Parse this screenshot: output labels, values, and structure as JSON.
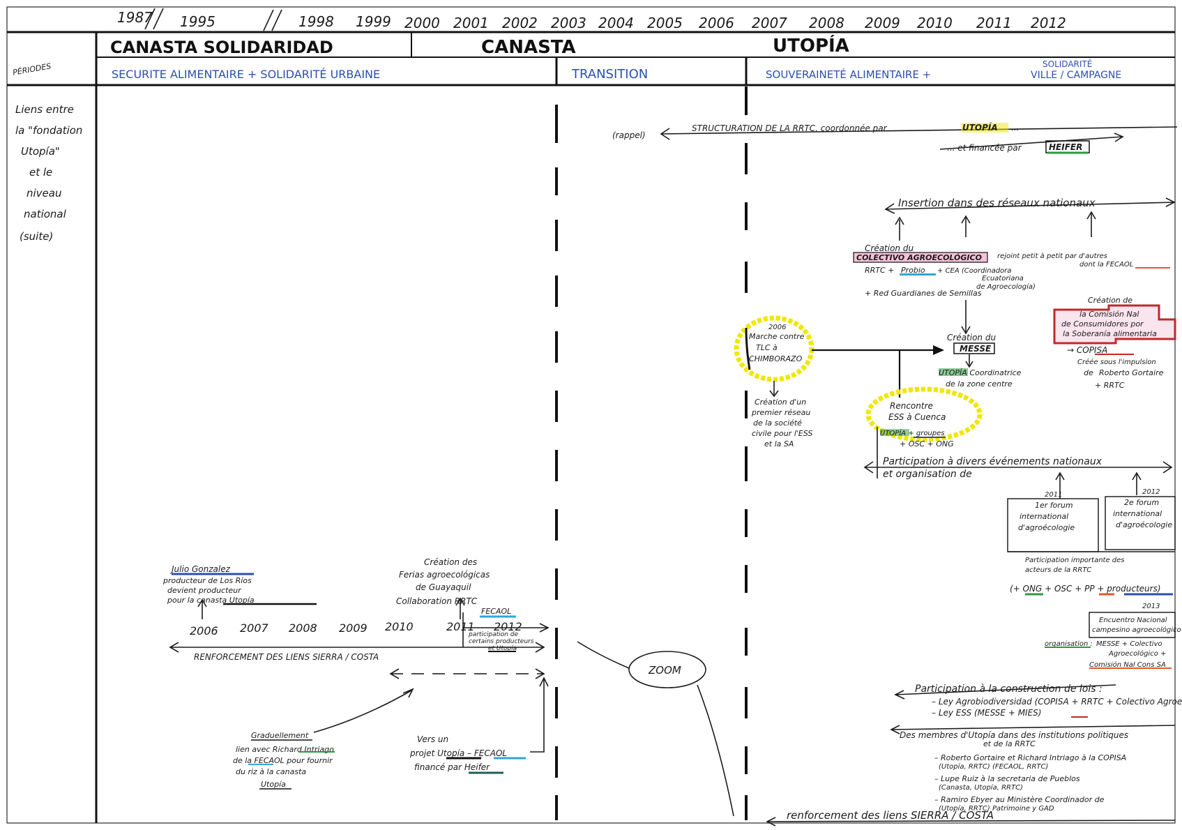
{
  "timeline": {
    "years": [
      "1987",
      "1995",
      "1998",
      "1999",
      "2000",
      "2001",
      "2002",
      "2003",
      "2004",
      "2005",
      "2006",
      "2007",
      "2008",
      "2009",
      "2010",
      "2011",
      "2012"
    ]
  },
  "periods": {
    "row_label": "PÉRIODES",
    "canasta_solidaridad": "CANASTA SOLIDARIDAD",
    "canasta": "CANASTA",
    "utopia": "UTOPÍA",
    "phase1": "SECURITE ALIMENTAIRE + SOLIDARITÉ URBAINE",
    "phase2": "TRANSITION",
    "phase3a": "SOUVERAINETÉ ALIMENTAIRE +",
    "phase3b_1": "SOLIDARITÉ",
    "phase3b_2": "VILLE / CAMPAGNE"
  },
  "side_label": [
    "Liens entre",
    "la \"fondation",
    "Utopía\"",
    "et le",
    "niveau",
    "national",
    "(suite)"
  ],
  "rrtc": {
    "rappel": "(rappel)",
    "line1": "STRUCTURATION DE LA RRTC, coordonnée par",
    "line1_tag": "UTOPÍA",
    "line1_end": "...",
    "line2": "... et financée par",
    "line2_tag": "HEIFER"
  },
  "insertion": {
    "text": "Insertion dans des réseaux nationaux",
    "creation": "Création du",
    "colectivo": "COLECTIVO AGROECOLÓGICO",
    "members": [
      "RRTC +",
      "Probio",
      "+ CEA (Coordinadora",
      "Ecuatoriana",
      "de Agroecología)"
    ],
    "red": "+ Red Guardianes de Semillas",
    "rejoint": [
      "rejoint petit à petit par d'autres",
      "dont la FECAOL"
    ]
  },
  "comision": {
    "creation": "Création de",
    "box": [
      "la Comisión Nal",
      "de Consumidores por",
      "la Soberanía alimentaria"
    ],
    "copisa": "→ COPISA",
    "cree": "Créée sous l'impulsion",
    "de": "de",
    "person": "Roberto Gortaire",
    "plus": "+ RRTC"
  },
  "marche": {
    "year": "2006",
    "lines": [
      "Marche contre",
      "TLC à",
      "CHIMBORAZO"
    ],
    "result": [
      "Création d'un",
      "premier réseau",
      "de la société",
      "civile pour l'ESS",
      "et la SA"
    ]
  },
  "messe": {
    "creation": "Création du",
    "box": "MESSE",
    "coord": "UTOPÍA Coordinatrice",
    "zone": "de la zone centre"
  },
  "rencontre": {
    "lines": [
      "Rencontre",
      "ESS à Cuenca"
    ],
    "members": "UTOPÍA + groupes",
    "members2": "+ OSC + ONG"
  },
  "evenements": {
    "line1": "Participation à divers événements nationaux",
    "line2": "et organisation de",
    "y2011": "2011",
    "f2011": [
      "1er forum",
      "international",
      "d'agroécologie"
    ],
    "y2012": "2012",
    "f2012": [
      "2e forum",
      "international",
      "d'agroécologie"
    ],
    "part": [
      "Participation importante des",
      "acteurs de la RRTC"
    ],
    "actors": "(+ ONG + OSC + PP + producteurs)"
  },
  "encuentro": {
    "year": "2013",
    "box": [
      "Encuentro Nacional",
      "campesino agroecológico"
    ],
    "org": "organisation :",
    "orgs": [
      "MESSE + Colectivo",
      "Agroecológico +",
      "Comisión Nal Cons SA"
    ]
  },
  "lois": {
    "title": "Participation à la construction de lois :",
    "ley1": "– Ley Agrobiodiversidad (COPISA + RRTC + Colectivo Agroeco)",
    "ley2": "– Ley ESS (MESSE + MIES)"
  },
  "membres": {
    "title": "Des membres d'Utopía dans des institutions politiques",
    "title2": "et de la RRTC",
    "m1": "– Roberto Gortaire et Richard Intriago à la COPISA",
    "m1b": "(Utopía, RRTC)      (FECAOL, RRTC)",
    "m2": "– Lupe Ruiz à la secretaria de Pueblos",
    "m2b": "(Canasta, Utopía, RRTC)",
    "m3": "– Ramiro Ebyer au Ministère Coordinador de",
    "m3b": "(Utopía, RRTC)      Patrimoine y GAD"
  },
  "renforcement_right": "renforcement des liens SIERRA / COSTA",
  "zoom": {
    "years": [
      "2006",
      "2007",
      "2008",
      "2009",
      "2010",
      "2011",
      "2012"
    ],
    "axis": "RENFORCEMENT DES LIENS SIERRA / COSTA",
    "julio": "Julio Gonzalez",
    "julio_lines": [
      "producteur de Los Ríos",
      "devient producteur",
      "pour la canasta Utopía"
    ],
    "ferias": [
      "Création des",
      "Ferias agroecológicas",
      "de Guayaquil"
    ],
    "collab": "Collaboration RRTC",
    "collab2": "FECAOL",
    "participation": [
      "participation de",
      "certains producteurs",
      "et Utopía"
    ],
    "graduel": "Graduellement",
    "graduel_lines": [
      "lien avec Richard Intriago",
      "de la FECAOL pour fournir",
      "du riz à la canasta",
      "Utopía"
    ],
    "projet": [
      "Vers un",
      "projet Utopía – FECAOL",
      "financé par Heifer"
    ],
    "label": "ZOOM"
  },
  "colors": {
    "ink": "#1b1b1b",
    "blue": "#2a4fb0",
    "highlight_yellow": "#f2e600",
    "red_box": "#c0292a",
    "pink": "#f4c3d8",
    "green": "#2e9a3c",
    "cyan": "#30a6d8",
    "orange": "#e05a2a"
  }
}
